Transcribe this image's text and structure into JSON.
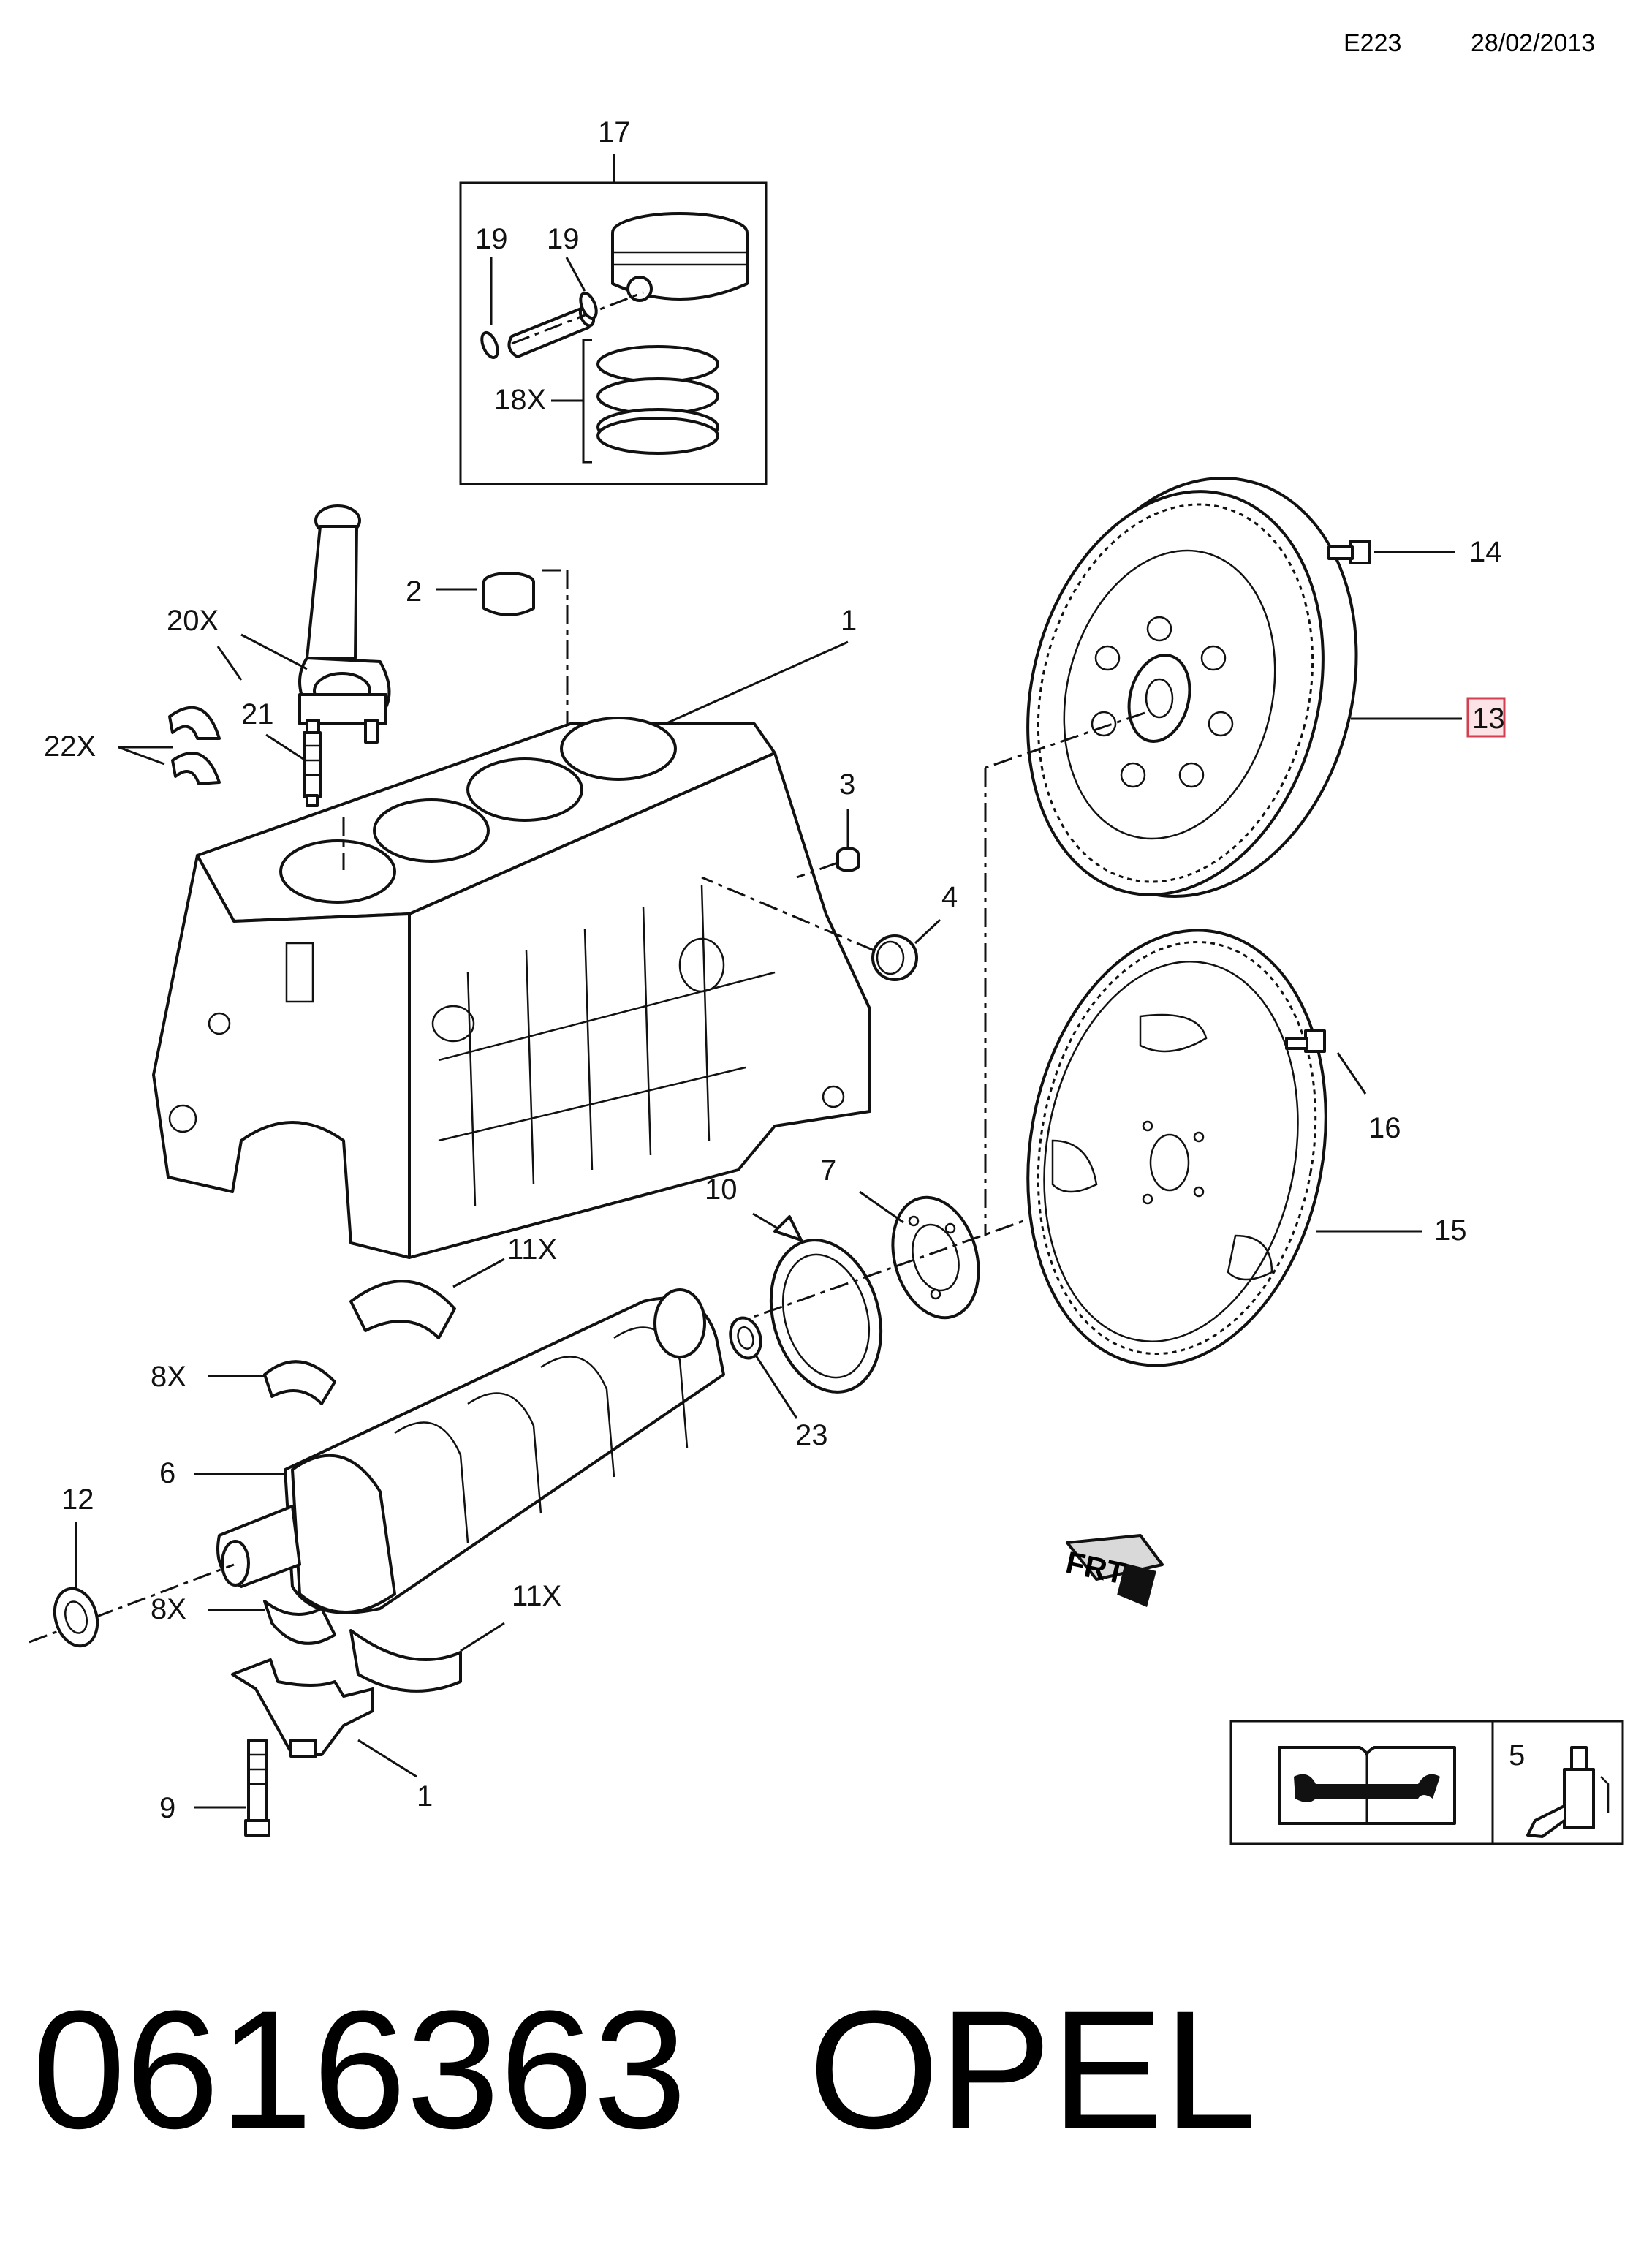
{
  "header": {
    "code": "E223",
    "date": "28/02/2013"
  },
  "callouts": {
    "c17": "17",
    "c19a": "19",
    "c19b": "19",
    "c18x": "18X",
    "c2": "2",
    "c1a": "1",
    "c20x": "20X",
    "c21": "21",
    "c22x": "22X",
    "c3": "3",
    "c4": "4",
    "c14": "14",
    "c13": "13",
    "c16": "16",
    "c15": "15",
    "c10": "10",
    "c7": "7",
    "c11xa": "11X",
    "c8xa": "8X",
    "c23": "23",
    "c6": "6",
    "c12": "12",
    "c8xb": "8X",
    "c11xb": "11X",
    "c9": "9",
    "c1b": "1",
    "c5": "5"
  },
  "highlighted_callout": "13",
  "direction_label": "FRT",
  "footer": {
    "part_number": "0616363",
    "brand": "OPEL"
  },
  "colors": {
    "line": "#111111",
    "highlight_border": "#d04050",
    "highlight_fill": "#fbe3e6"
  }
}
